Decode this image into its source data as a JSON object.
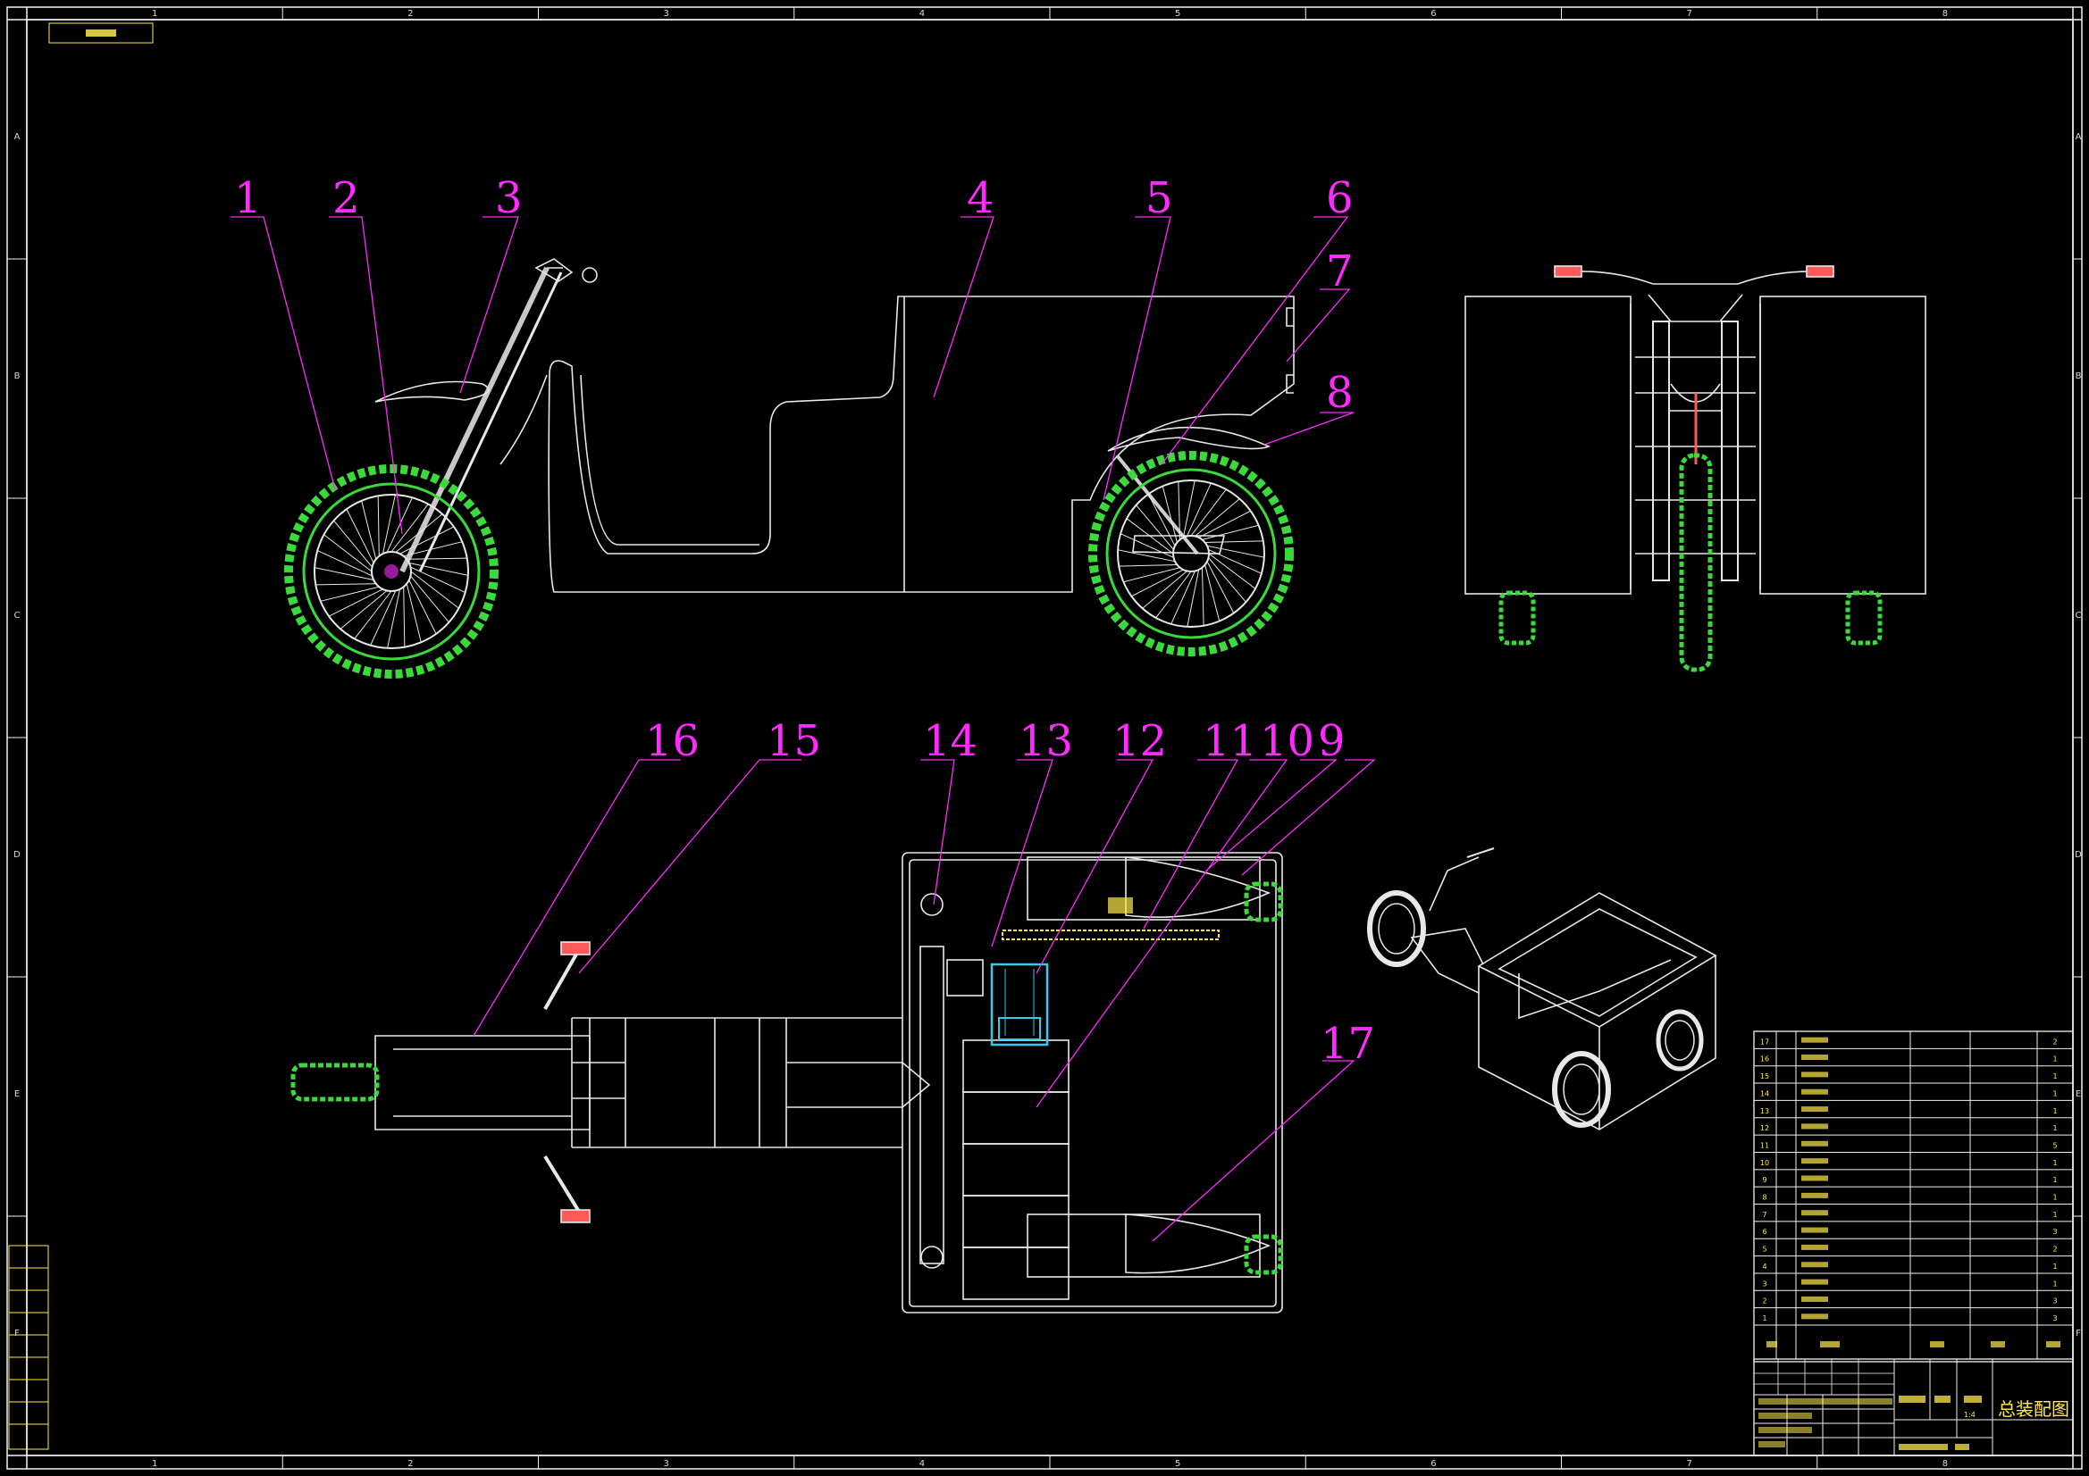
{
  "colors": {
    "background": "#000000",
    "frame": "#f2f2f2",
    "outline": "#e8e8e8",
    "tire": "#3bd93b",
    "leader": "#ff2bff",
    "balloon_text": "#ff2bff",
    "bom_text": "#ffe94a",
    "motor": "#33ccee"
  },
  "grid": {
    "columns": [
      "1",
      "2",
      "3",
      "4",
      "5",
      "6",
      "7",
      "8"
    ],
    "rows": [
      "A",
      "B",
      "C",
      "D",
      "E",
      "F"
    ]
  },
  "balloons": {
    "b1": "1",
    "b2": "2",
    "b3": "3",
    "b4": "4",
    "b5": "5",
    "b6": "6",
    "b7": "7",
    "b8": "8",
    "b9": "9",
    "b10": "10",
    "b11": "11",
    "b12": "12",
    "b13": "13",
    "b14": "14",
    "b15": "15",
    "b16": "16",
    "b17": "17"
  },
  "bom": {
    "rows": [
      {
        "no": "17",
        "qty": "2"
      },
      {
        "no": "16",
        "qty": "1"
      },
      {
        "no": "15",
        "qty": "1"
      },
      {
        "no": "14",
        "qty": "1"
      },
      {
        "no": "13",
        "qty": "1"
      },
      {
        "no": "12",
        "qty": "1"
      },
      {
        "no": "11",
        "qty": "5"
      },
      {
        "no": "10",
        "qty": "1"
      },
      {
        "no": "9",
        "qty": "1"
      },
      {
        "no": "8",
        "qty": "1"
      },
      {
        "no": "7",
        "qty": "1"
      },
      {
        "no": "6",
        "qty": "3"
      },
      {
        "no": "5",
        "qty": "2"
      },
      {
        "no": "4",
        "qty": "1"
      },
      {
        "no": "3",
        "qty": "1"
      },
      {
        "no": "2",
        "qty": "3"
      },
      {
        "no": "1",
        "qty": "3"
      }
    ]
  },
  "title_block": {
    "drawing_title": "总装配图",
    "scale": "1:4"
  }
}
